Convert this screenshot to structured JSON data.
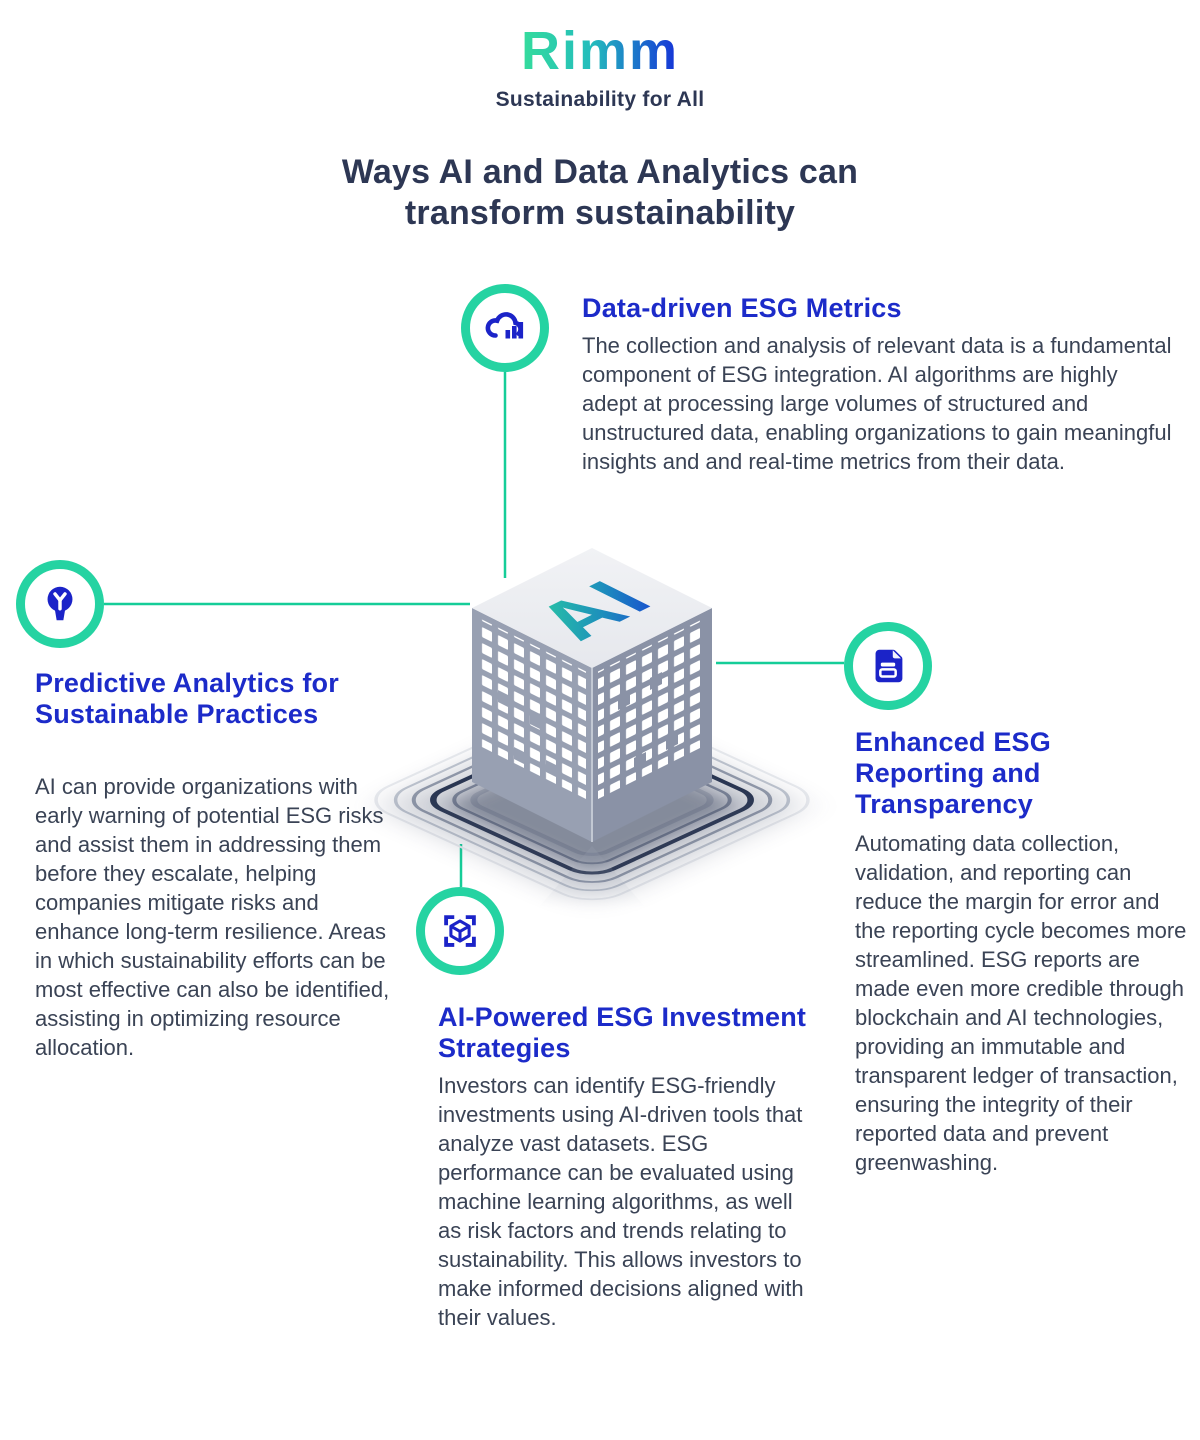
{
  "brand": {
    "logo_text": "Rimm",
    "tagline": "Sustainability for All"
  },
  "title": "Ways AI and Data Analytics can transform sustainability",
  "center": {
    "cube_label": "AI",
    "description": "isometric-ai-cube-on-chip-platform"
  },
  "sections": {
    "data_driven": {
      "icon": "cloud-analytics-icon",
      "heading": "Data-driven ESG Metrics",
      "body": "The collection and analysis of relevant data is a fundamental component of ESG integration. AI algorithms are highly adept at processing large volumes of structured and unstructured data, enabling organizations to gain meaningful insights and and real-time metrics from their data."
    },
    "predictive": {
      "icon": "lightbulb-icon",
      "heading": "Predictive Analytics for Sustainable Practices",
      "body": "AI can provide organizations with early warning of potential ESG risks and assist them in addressing them before they escalate, helping companies mitigate risks and enhance long-term resilience. Areas in which sustainability efforts can be most effective can also be identified, assisting in optimizing resource allocation."
    },
    "investment": {
      "icon": "ar-cube-icon",
      "heading": "AI-Powered ESG Investment Strategies",
      "body": "Investors can identify ESG-friendly investments using AI-driven tools that analyze vast datasets. ESG performance can be evaluated using machine learning algorithms, as well as risk factors and trends relating to sustainability. This allows investors to make informed decisions aligned with their values."
    },
    "reporting": {
      "icon": "document-icon",
      "heading": "Enhanced ESG Reporting and Transparency",
      "body": "Automating data collection, validation, and reporting can reduce the margin for error and the reporting cycle becomes more streamlined. ESG reports are made even more credible through blockchain and AI technologies, providing an immutable and transparent ledger of transaction, ensuring the integrity of their reported data and prevent greenwashing."
    }
  },
  "colors": {
    "accent_teal": "#25D3A2",
    "connector_teal": "#15CD98",
    "heading_blue": "#1C2BC9",
    "icon_blue": "#1B23C8",
    "title_navy": "#2D3754",
    "body_slate": "#3A4355",
    "cube_top": "#EDEFF2",
    "cube_left": "#98A0B2",
    "cube_right": "#8A92A6",
    "ring_dark": "#1F2C49",
    "logo_gradient_start": "#35DC9C",
    "logo_gradient_end": "#1530D8"
  }
}
